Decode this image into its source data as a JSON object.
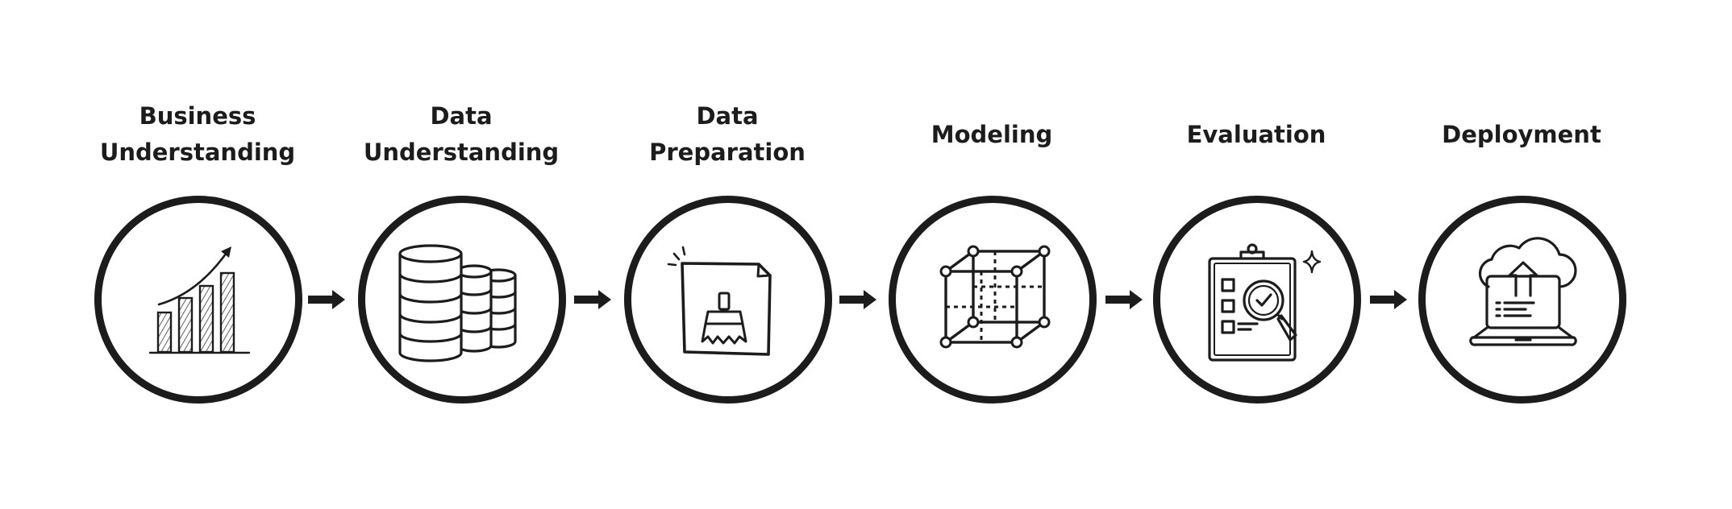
{
  "stages": [
    {
      "label_lines": [
        "Business",
        "Understanding"
      ],
      "icon": "bar-chart-growth-icon"
    },
    {
      "label_lines": [
        "Data",
        "Understanding"
      ],
      "icon": "database-stack-icon"
    },
    {
      "label_lines": [
        "Data",
        "Preparation"
      ],
      "icon": "data-cleaning-brush-icon"
    },
    {
      "label_lines": [
        "Modeling"
      ],
      "icon": "cube-model-icon"
    },
    {
      "label_lines": [
        "Evaluation"
      ],
      "icon": "clipboard-evaluation-icon"
    },
    {
      "label_lines": [
        "Deployment"
      ],
      "icon": "cloud-laptop-deploy-icon"
    }
  ],
  "connector": {
    "icon": "right-arrow-icon"
  },
  "colors": {
    "stroke": "#1c1c1c",
    "background": "#ffffff"
  }
}
